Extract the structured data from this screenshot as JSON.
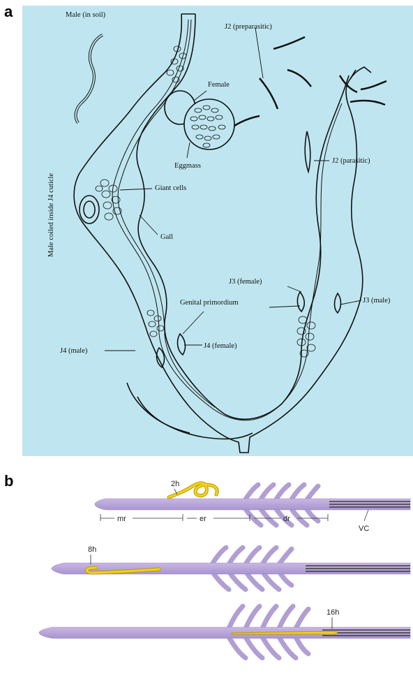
{
  "panel_a": {
    "letter": "a",
    "labels": {
      "male_soil": "Male (in soil)",
      "j2_pre": "J2 (preparasitic)",
      "female": "Female",
      "eggmass": "Eggmass",
      "j2_par": "J2 (parasitic)",
      "giant_cells": "Giant cells",
      "male_coiled": "Male coiled inside J4 cuticle",
      "gall": "Gall",
      "j3_female": "J3 (female)",
      "j3_male": "J3 (male)",
      "genital": "Genital primordium",
      "j4_female": "J4 (female)",
      "j4_male": "J4 (male)"
    }
  },
  "panel_b": {
    "letter": "b",
    "labels": {
      "t2": "2h",
      "t8": "8h",
      "t16": "16h",
      "mr": "mr",
      "er": "er",
      "dr": "dr",
      "vc": "VC"
    },
    "colors": {
      "root": "#b9a6d8",
      "root_edge": "#9a86c2",
      "worm": "#f2d21c",
      "worm_edge": "#b89c00"
    }
  }
}
